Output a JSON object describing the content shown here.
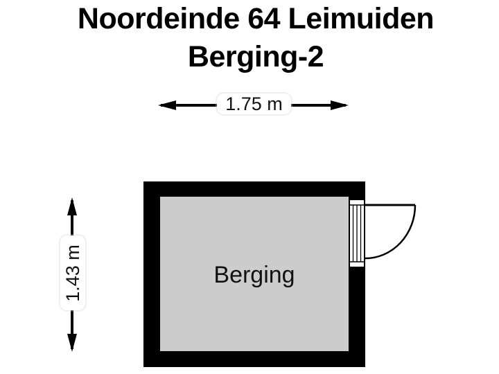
{
  "title": {
    "line1": "Noordeinde 64 Leimuiden",
    "line2": "Berging-2"
  },
  "dimensions": {
    "width_label": "1.75 m",
    "height_label": "1.43 m"
  },
  "room": {
    "name": "Berging"
  },
  "colors": {
    "wall": "#000000",
    "floor": "#cccccc",
    "background": "#ffffff",
    "label_background": "#ffffff",
    "line": "#000000"
  }
}
